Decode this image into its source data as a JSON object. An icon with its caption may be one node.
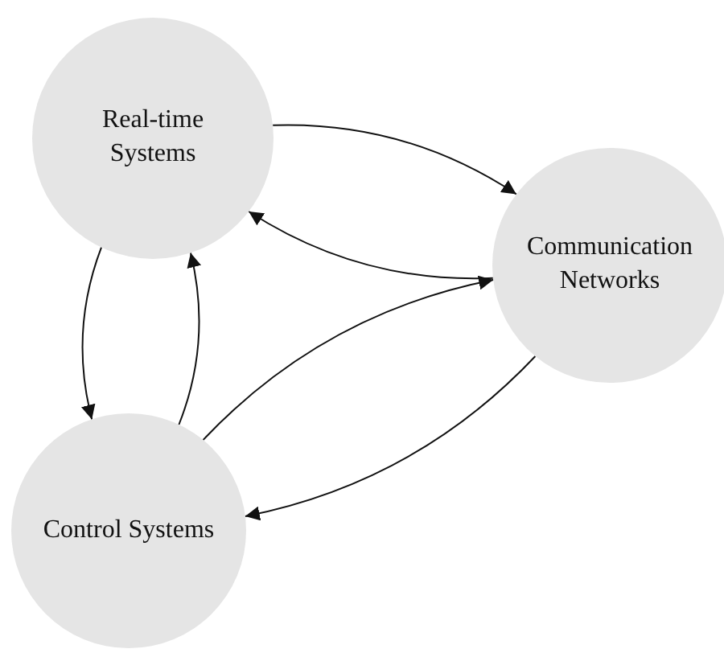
{
  "diagram": {
    "nodes": [
      {
        "text": [
          "Real-time Systems"
        ]
      },
      {
        "text": [
          "Communication Networks"
        ]
      },
      {
        "text": [
          "Control Systems"
        ]
      }
    ],
    "edges": [
      {
        "from": 0,
        "to": 1,
        "arrow": "to"
      },
      {
        "from": 1,
        "to": 0,
        "arrow": "to"
      },
      {
        "from": 0,
        "to": 2,
        "arrow": "to"
      },
      {
        "from": 2,
        "to": 0,
        "arrow": "to"
      },
      {
        "from": 2,
        "to": 1,
        "arrow": "to"
      },
      {
        "from": 1,
        "to": 2,
        "arrow": "to"
      }
    ]
  }
}
